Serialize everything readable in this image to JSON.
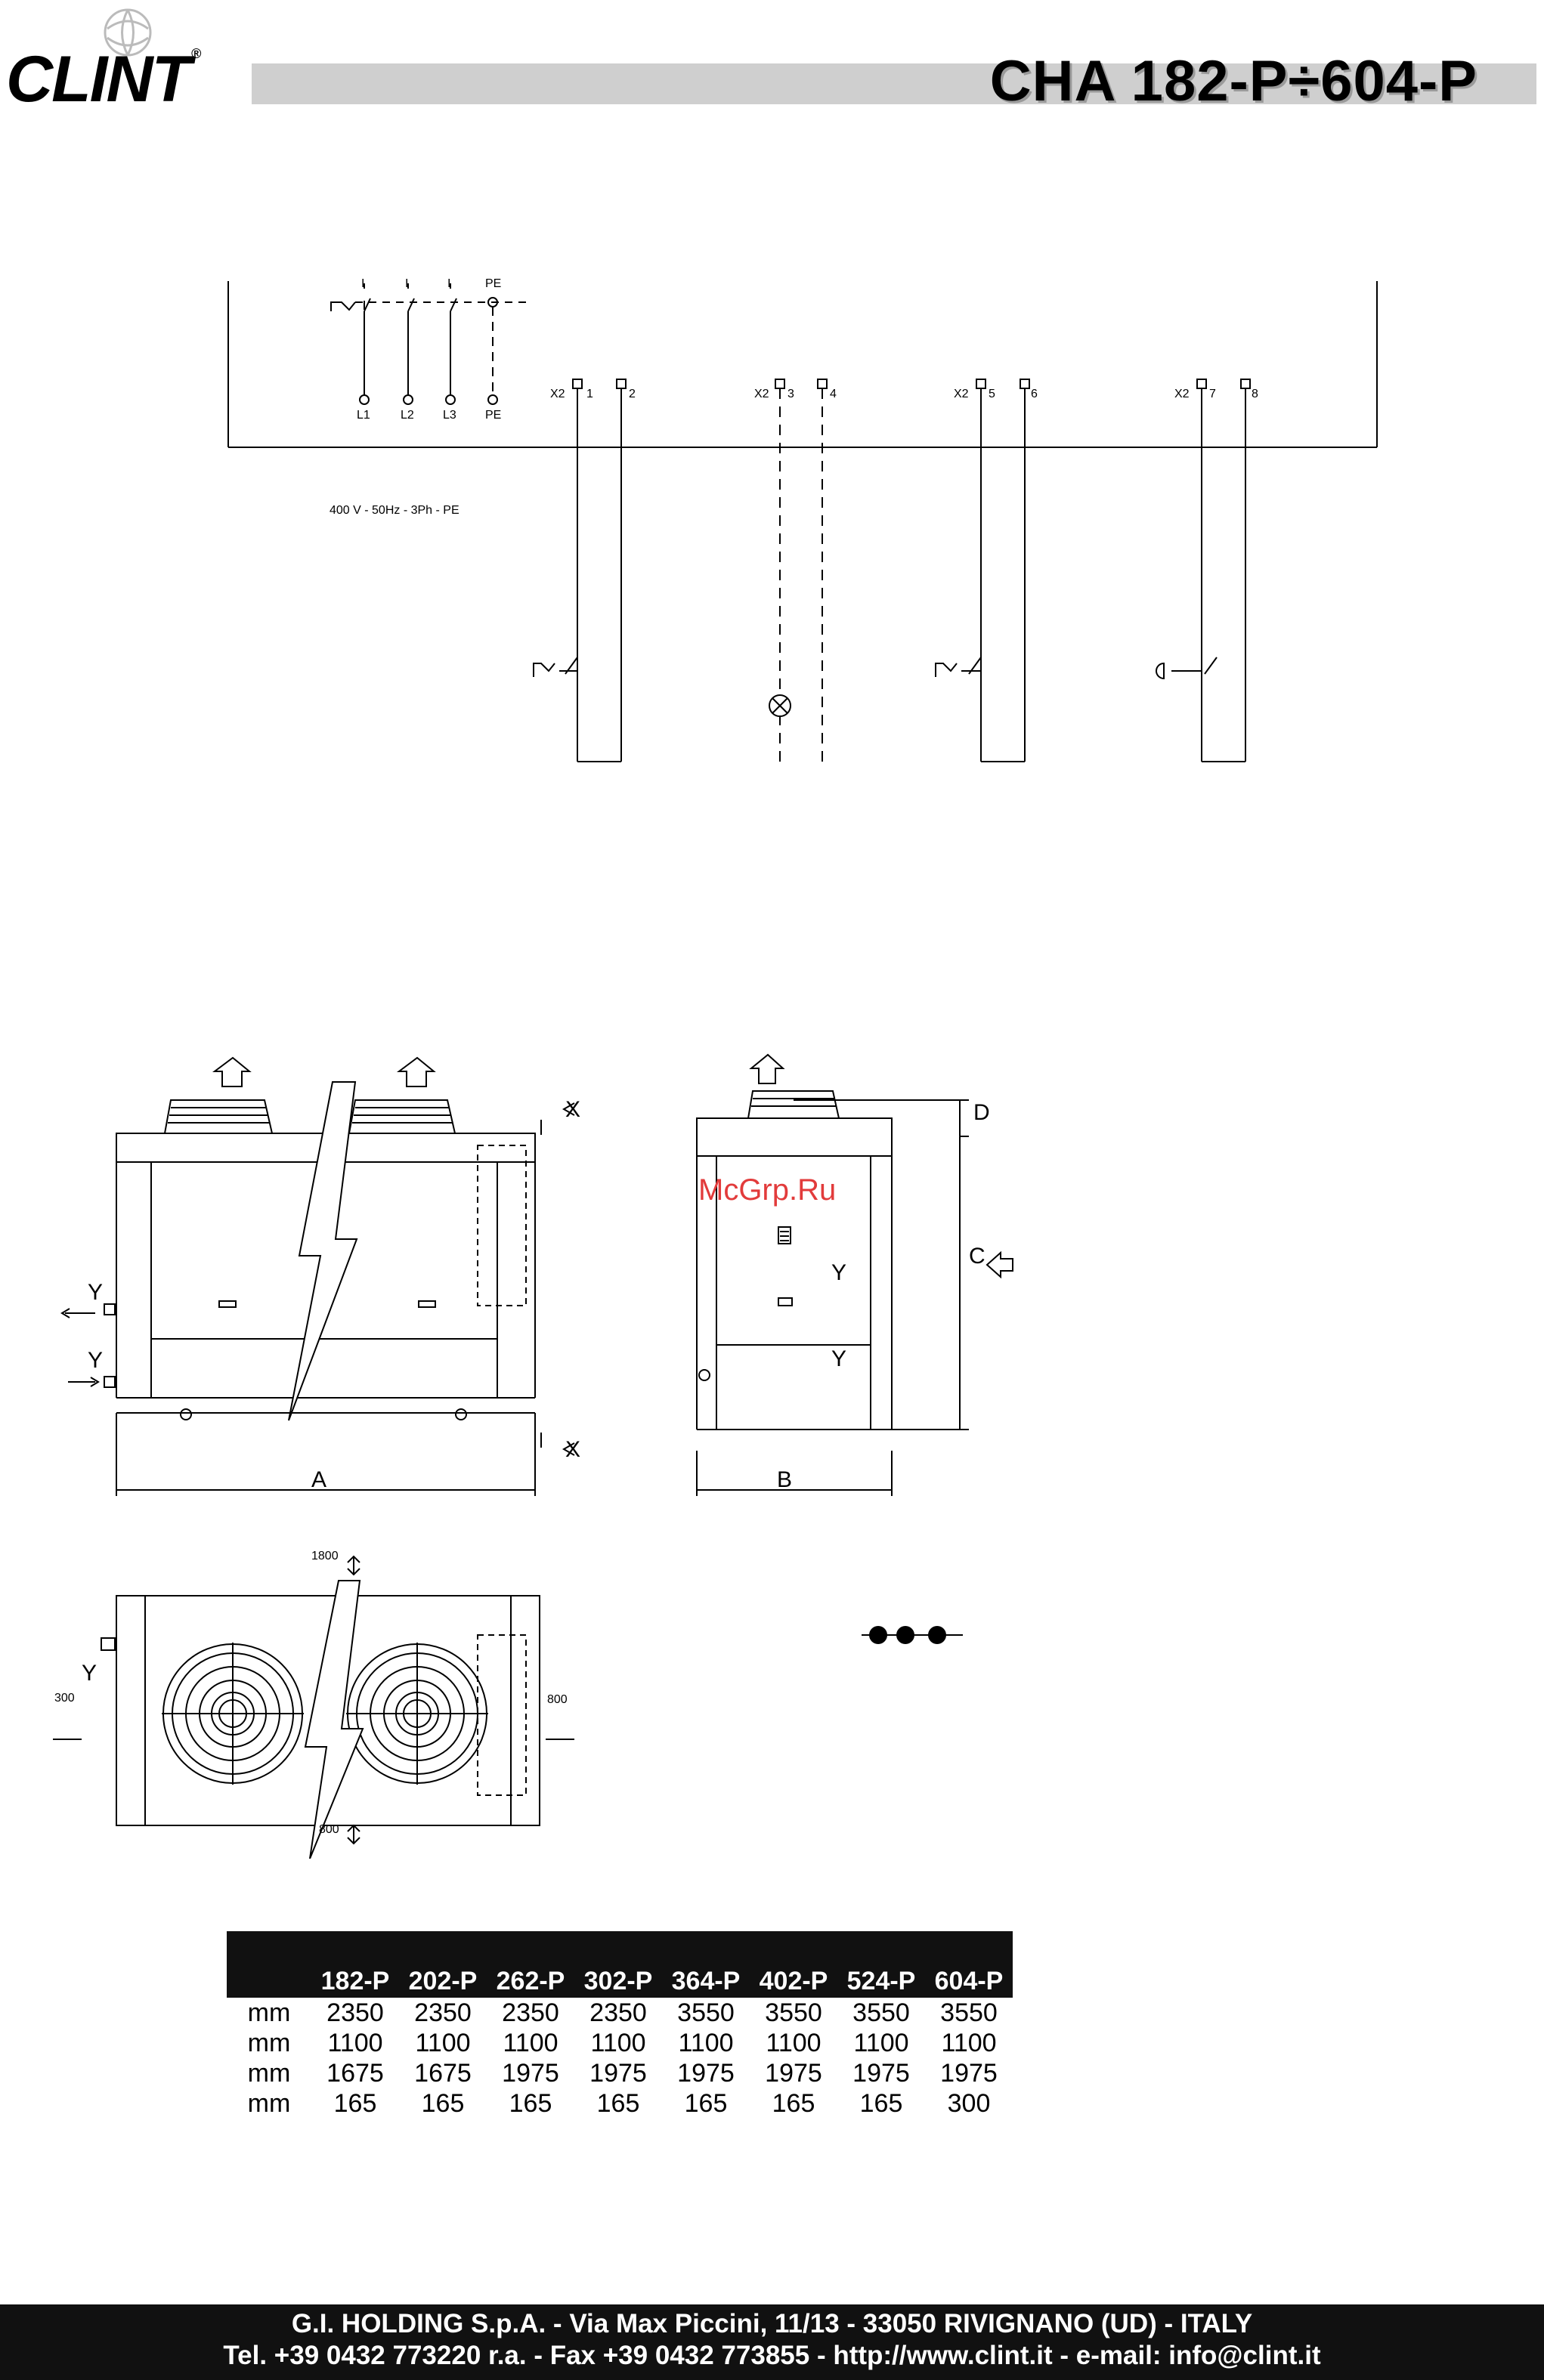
{
  "header": {
    "brand": "CLINT",
    "brand_mark": "®",
    "model_range": "CHA 182-P÷604-P"
  },
  "wiring": {
    "supply": "400 V - 50Hz - 3Ph - PE",
    "main_phase_marks": [
      "I",
      "I",
      "I"
    ],
    "pe_top": "PE",
    "terminals_bottom": [
      "L1",
      "L2",
      "L3",
      "PE"
    ],
    "groups": [
      {
        "block": "X2",
        "a": "1",
        "b": "2"
      },
      {
        "block": "X2",
        "a": "3",
        "b": "4"
      },
      {
        "block": "X2",
        "a": "5",
        "b": "6"
      },
      {
        "block": "X2",
        "a": "7",
        "b": "8"
      }
    ]
  },
  "drawings": {
    "front": {
      "width_label": "A",
      "y_top": "Y",
      "y_bottom": "Y",
      "x_top": "X",
      "x_bottom": "X"
    },
    "side": {
      "width_label": "B",
      "height_label": "C",
      "top_label": "D",
      "y_top": "Y",
      "y_bottom": "Y"
    },
    "plan": {
      "top_clearance": "1800",
      "bottom_clearance": "800",
      "left_clearance": "300",
      "right_clearance": "800",
      "y_label": "Y"
    }
  },
  "watermark": "McGrp.Ru",
  "table": {
    "models": [
      "182-P",
      "202-P",
      "262-P",
      "302-P",
      "364-P",
      "402-P",
      "524-P",
      "604-P"
    ],
    "rows": [
      {
        "unit": "mm",
        "values": [
          "2350",
          "2350",
          "2350",
          "2350",
          "3550",
          "3550",
          "3550",
          "3550"
        ]
      },
      {
        "unit": "mm",
        "values": [
          "1100",
          "1100",
          "1100",
          "1100",
          "1100",
          "1100",
          "1100",
          "1100"
        ]
      },
      {
        "unit": "mm",
        "values": [
          "1675",
          "1675",
          "1975",
          "1975",
          "1975",
          "1975",
          "1975",
          "1975"
        ]
      },
      {
        "unit": "mm",
        "values": [
          "165",
          "165",
          "165",
          "165",
          "165",
          "165",
          "165",
          "300"
        ]
      }
    ]
  },
  "footer": {
    "line1": "G.I. HOLDING S.p.A. - Via Max Piccini, 11/13 - 33050 RIVIGNANO (UD) - ITALY",
    "line2": "Tel. +39 0432 773220 r.a. - Fax +39 0432 773855 - http://www.clint.it - e-mail: info@clint.it"
  }
}
